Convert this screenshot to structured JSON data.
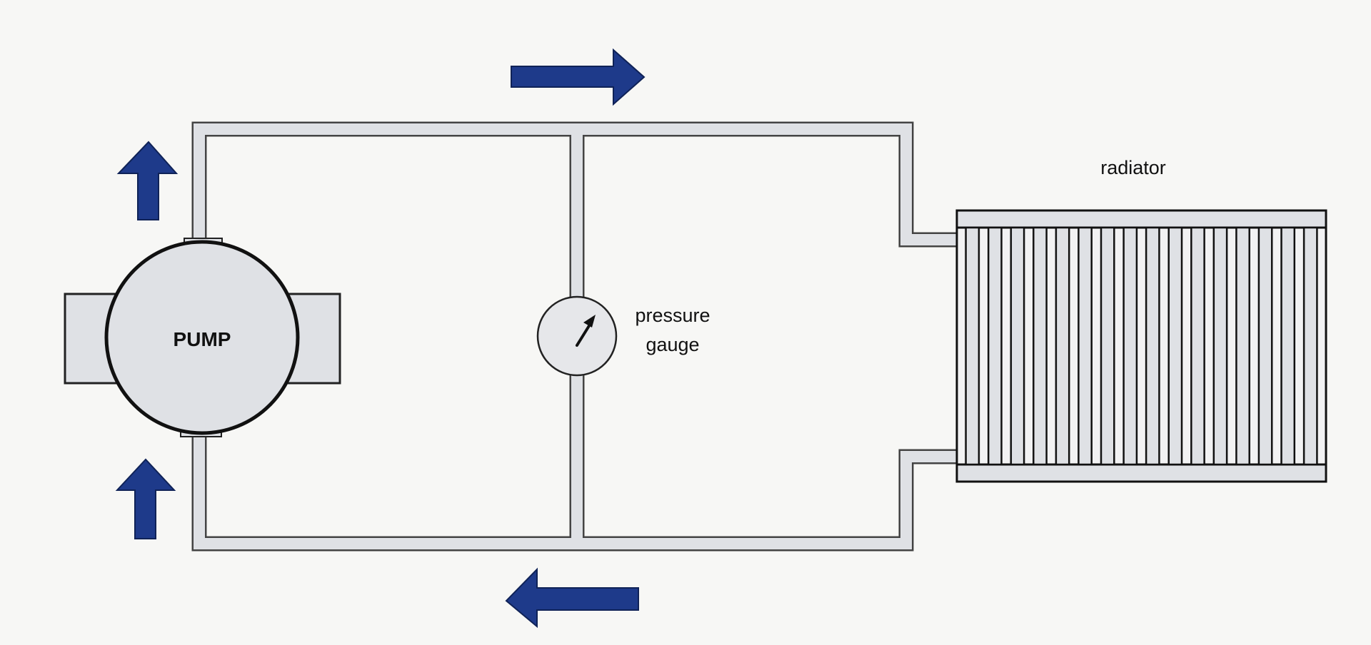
{
  "labels": {
    "pump": "PUMP",
    "gauge_line1": "pressure",
    "gauge_line2": "gauge",
    "radiator": "radiator"
  },
  "colors": {
    "arrow": "#1e3a8a",
    "pipe_fill": "#dfe1e5",
    "pipe_stroke": "#444444",
    "background": "#f7f7f5"
  },
  "icons": {
    "flow_arrow": "arrow-icon",
    "gauge_needle": "needle-icon"
  }
}
